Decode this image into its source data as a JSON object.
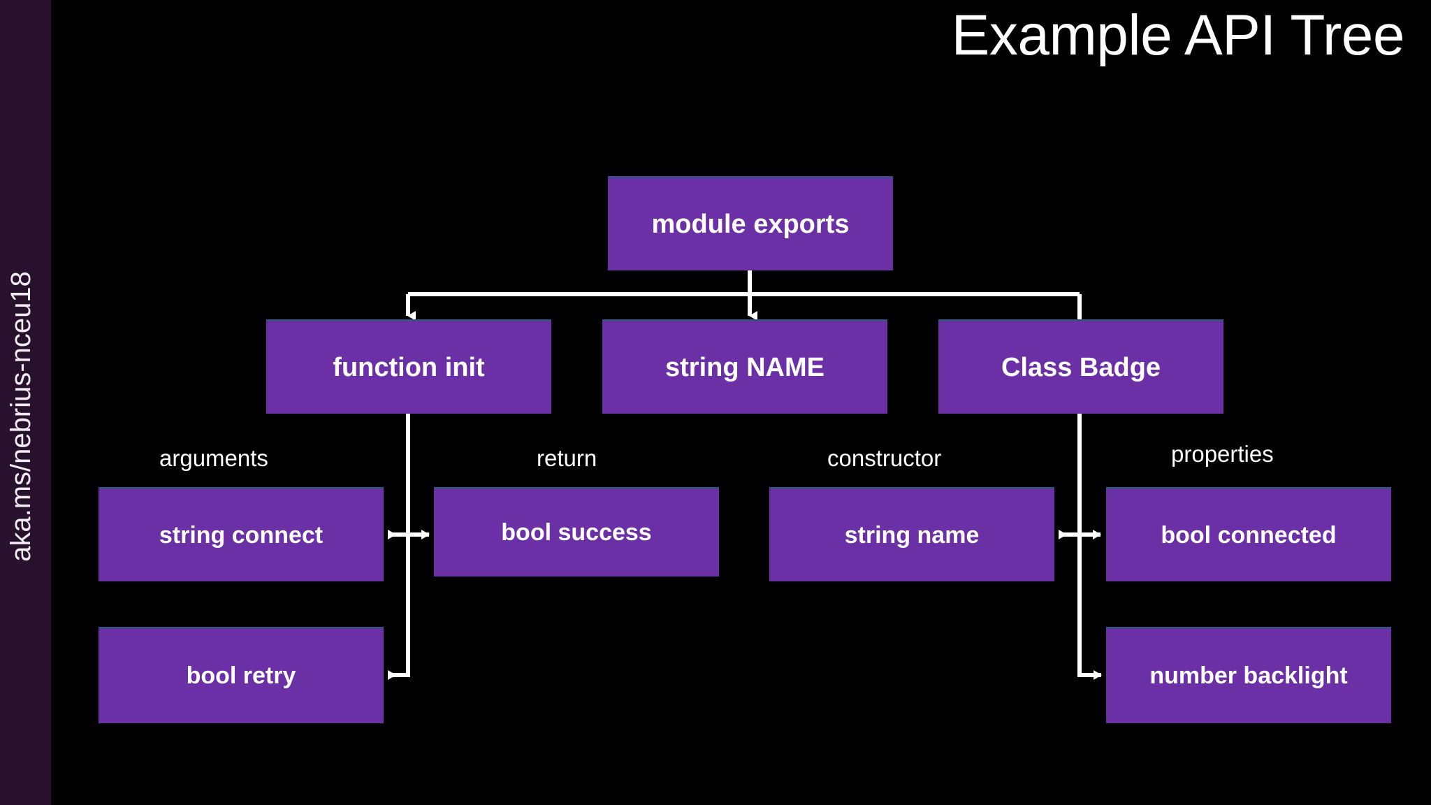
{
  "slide": {
    "title": "Example API Tree",
    "background_color": "#000000",
    "accent_color": "#6B2FA6",
    "sidebar_color": "#27112C",
    "text_color": "#FFFFFF"
  },
  "sidebar": {
    "label": "aka.ms/nebrius-nceu18"
  },
  "diagram": {
    "root": {
      "label": "module exports"
    },
    "level2": [
      {
        "label": "function init"
      },
      {
        "label": "string NAME"
      },
      {
        "label": "Class Badge"
      }
    ],
    "group_labels": [
      {
        "label": "arguments"
      },
      {
        "label": "return"
      },
      {
        "label": "constructor"
      },
      {
        "label": "properties"
      }
    ],
    "level3": [
      {
        "label": "string connect"
      },
      {
        "label": "bool success"
      },
      {
        "label": "string name"
      },
      {
        "label": "bool connected"
      }
    ],
    "level4": [
      {
        "label": "bool retry"
      },
      {
        "label": "number backlight"
      }
    ]
  }
}
